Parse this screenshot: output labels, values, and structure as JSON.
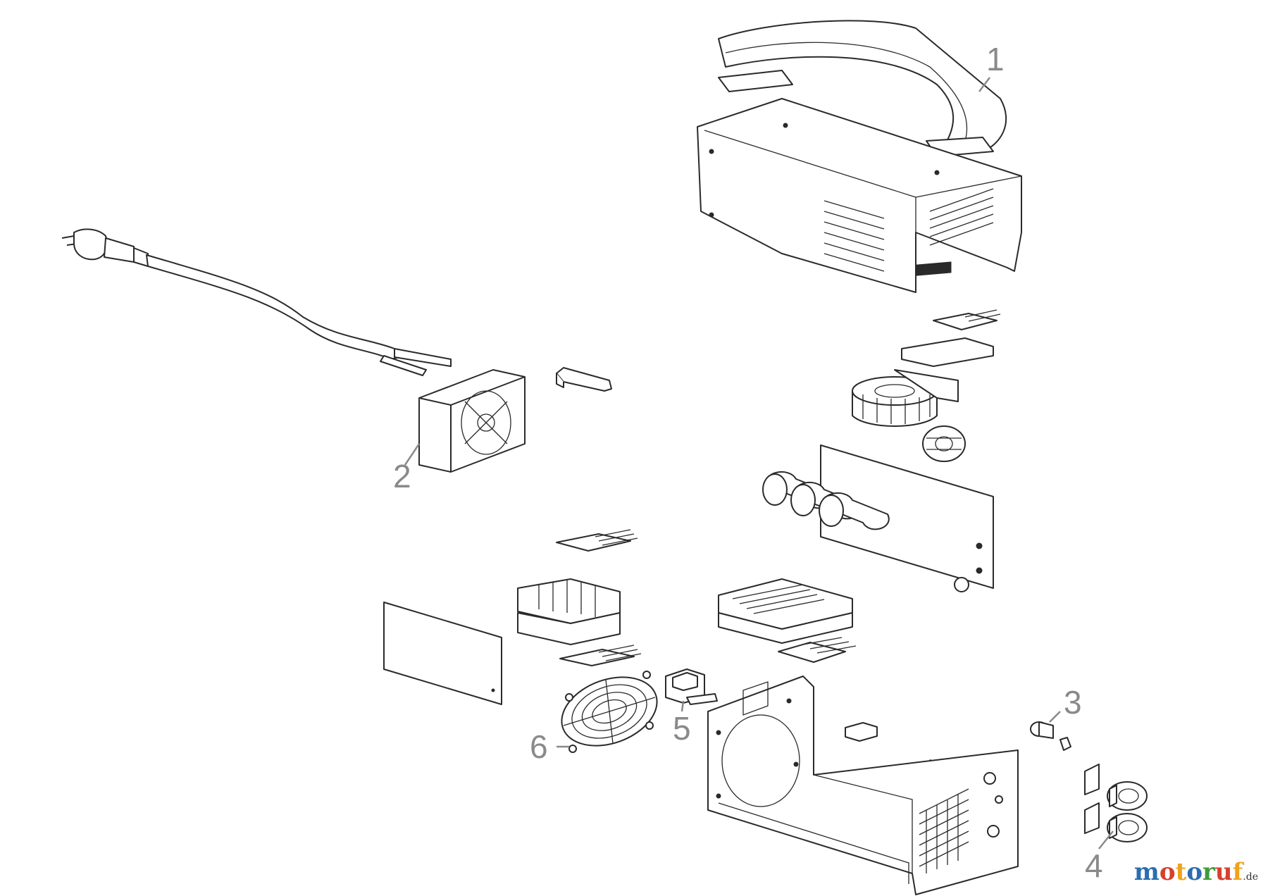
{
  "diagram": {
    "callouts": [
      {
        "id": "1",
        "label": "1"
      },
      {
        "id": "2",
        "label": "2"
      },
      {
        "id": "3",
        "label": "3"
      },
      {
        "id": "4",
        "label": "4"
      },
      {
        "id": "5",
        "label": "5"
      },
      {
        "id": "6",
        "label": "6"
      }
    ]
  },
  "watermark": {
    "brand_letters": [
      {
        "ch": "m",
        "color": "#2a6db0"
      },
      {
        "ch": "o",
        "color": "#d8402b"
      },
      {
        "ch": "t",
        "color": "#f0a21c"
      },
      {
        "ch": "o",
        "color": "#2a6db0"
      },
      {
        "ch": "r",
        "color": "#3f9b3a"
      },
      {
        "ch": "u",
        "color": "#d8402b"
      },
      {
        "ch": "f",
        "color": "#f0a21c"
      }
    ],
    "tld": ".de"
  }
}
